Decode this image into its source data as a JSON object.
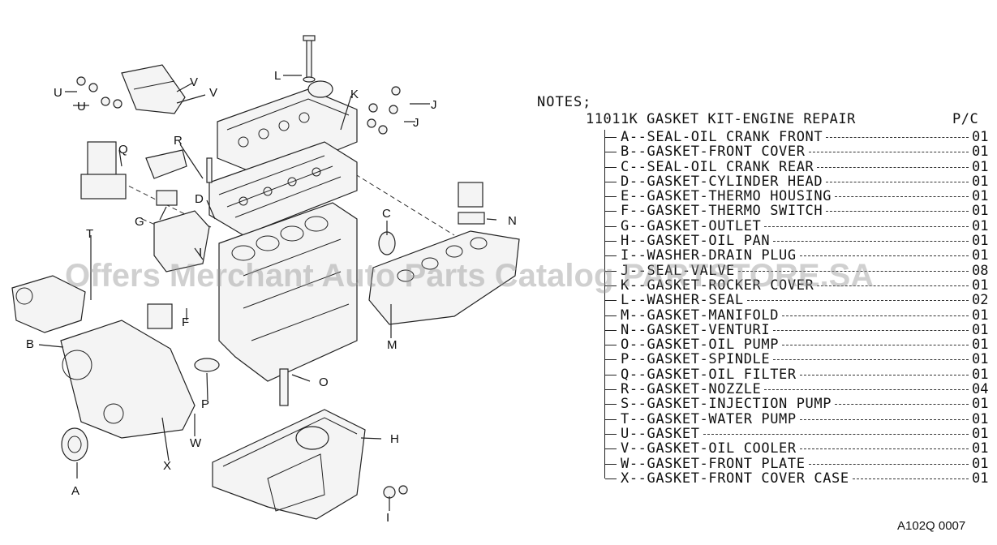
{
  "notes_label": "NOTES;",
  "kit": {
    "number": "11011K",
    "name": "GASKET KIT-ENGINE REPAIR",
    "qty_header": "P/C"
  },
  "items": [
    {
      "letter": "A",
      "name": "SEAL-OIL CRANK FRONT",
      "qty": "01"
    },
    {
      "letter": "B",
      "name": "GASKET-FRONT COVER",
      "qty": "01"
    },
    {
      "letter": "C",
      "name": "SEAL-OIL CRANK REAR",
      "qty": "01"
    },
    {
      "letter": "D",
      "name": "GASKET-CYLINDER HEAD",
      "qty": "01"
    },
    {
      "letter": "E",
      "name": "GASKET-THERMO HOUSING",
      "qty": "01"
    },
    {
      "letter": "F",
      "name": "GASKET-THERMO SWITCH",
      "qty": "01"
    },
    {
      "letter": "G",
      "name": "GASKET-OUTLET",
      "qty": "01"
    },
    {
      "letter": "H",
      "name": "GASKET-OIL PAN",
      "qty": "01"
    },
    {
      "letter": "I",
      "name": "WASHER-DRAIN PLUG",
      "qty": "01"
    },
    {
      "letter": "J",
      "name": "SEAL-VALVE",
      "qty": "08"
    },
    {
      "letter": "K",
      "name": "GASKET-ROCKER COVER",
      "qty": "01"
    },
    {
      "letter": "L",
      "name": "WASHER-SEAL",
      "qty": "02"
    },
    {
      "letter": "M",
      "name": "GASKET-MANIFOLD",
      "qty": "01"
    },
    {
      "letter": "N",
      "name": "GASKET-VENTURI",
      "qty": "01"
    },
    {
      "letter": "O",
      "name": "GASKET-OIL PUMP",
      "qty": "01"
    },
    {
      "letter": "P",
      "name": "GASKET-SPINDLE",
      "qty": "01"
    },
    {
      "letter": "Q",
      "name": "GASKET-OIL FILTER",
      "qty": "01"
    },
    {
      "letter": "R",
      "name": "GASKET-NOZZLE",
      "qty": "04"
    },
    {
      "letter": "S",
      "name": "GASKET-INJECTION PUMP",
      "qty": "01"
    },
    {
      "letter": "T",
      "name": "GASKET-WATER PUMP",
      "qty": "01"
    },
    {
      "letter": "U",
      "name": "GASKET",
      "qty": "01"
    },
    {
      "letter": "V",
      "name": "GASKET-OIL COOLER",
      "qty": "01"
    },
    {
      "letter": "W",
      "name": "GASKET-FRONT PLATE",
      "qty": "01"
    },
    {
      "letter": "X",
      "name": "GASKET-FRONT COVER CASE",
      "qty": "01"
    }
  ],
  "diagram_code": "A102Q 0007",
  "watermark": "Offers Merchant Auto Parts Catalog PARTSTORE.SA",
  "callouts": {
    "A": "A",
    "B": "B",
    "C": "C",
    "D": "D",
    "F": "F",
    "G": "G",
    "H": "H",
    "I_top": "I",
    "I_bottom": "I",
    "J1": "J",
    "J2": "J",
    "K": "K",
    "L": "L",
    "M": "M",
    "N": "N",
    "O": "O",
    "P": "P",
    "Q": "Q",
    "R": "R",
    "T": "T",
    "U1": "U",
    "U2": "U",
    "V1": "V",
    "V2": "V",
    "W": "W",
    "X": "X"
  }
}
